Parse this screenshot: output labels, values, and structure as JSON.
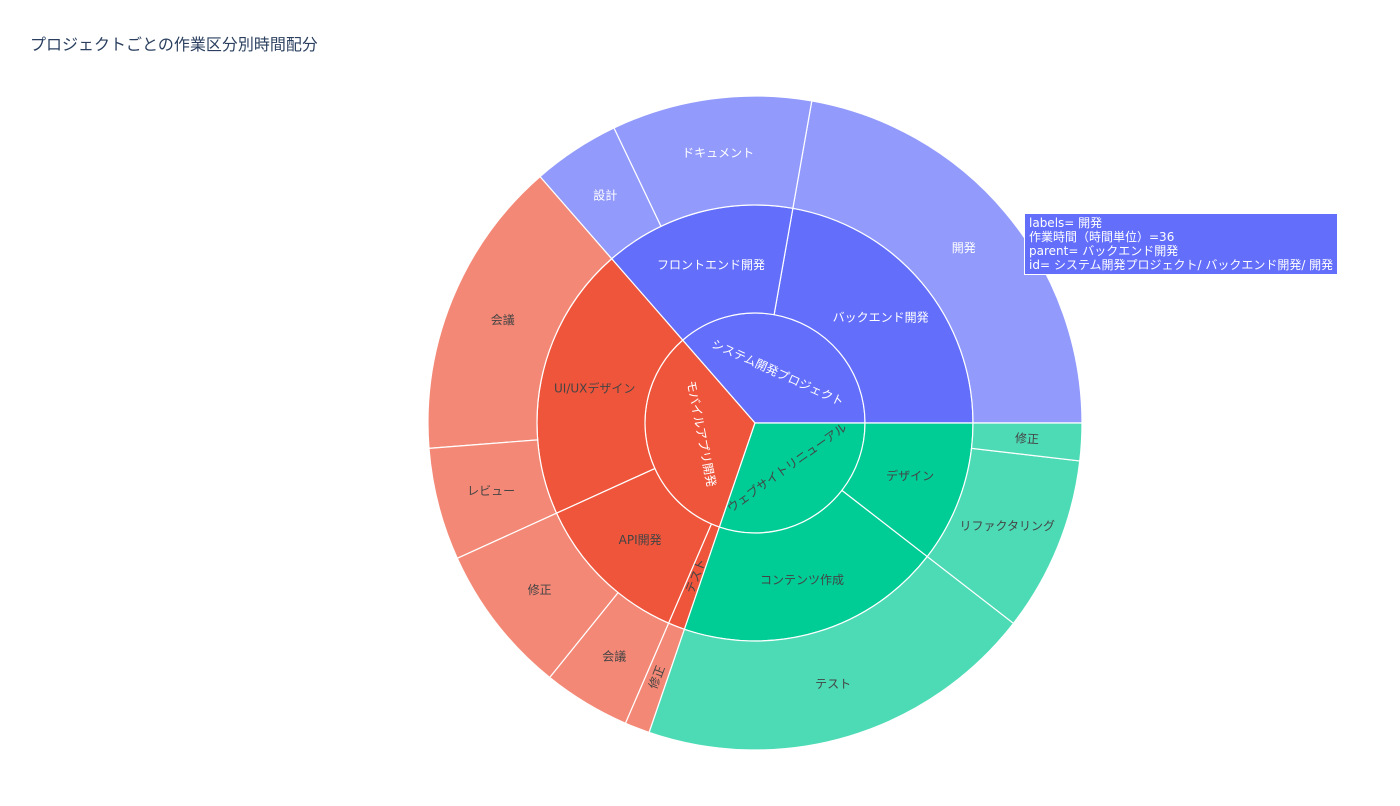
{
  "chart_data": {
    "type": "sunburst",
    "title": "プロジェクトごとの作業区分別時間配分",
    "value_label": "作業時間（時間単位）",
    "colors": {
      "システム開発プロジェクト": "#636efa",
      "モバイルアプリ開発": "#ef553b",
      "ウェブサイトリニューアル": "#00cc96"
    },
    "roots": [
      {
        "name": "システム開発プロジェクト",
        "children": [
          {
            "name": "バックエンド開発",
            "children": [
              {
                "name": "開発",
                "value": 36
              }
            ]
          },
          {
            "name": "フロントエンド開発",
            "children": [
              {
                "name": "ドキュメント",
                "value": 16
              },
              {
                "name": "設計",
                "value": 7
              }
            ]
          }
        ]
      },
      {
        "name": "モバイルアプリ開発",
        "children": [
          {
            "name": "UI/UXデザイン",
            "children": [
              {
                "name": "会議",
                "value": 24
              },
              {
                "name": "レビュー",
                "value": 9
              }
            ]
          },
          {
            "name": "API開発",
            "children": [
              {
                "name": "修正",
                "value": 12
              },
              {
                "name": "会議",
                "value": 7
              }
            ]
          },
          {
            "name": "テスト",
            "children": [
              {
                "name": "修正",
                "value": 2
              }
            ]
          }
        ]
      },
      {
        "name": "ウェブサイトリニューアル",
        "children": [
          {
            "name": "コンテンツ作成",
            "children": [
              {
                "name": "テスト",
                "value": 32
              }
            ]
          },
          {
            "name": "デザイン",
            "children": [
              {
                "name": "リファクタリング",
                "value": 14
              },
              {
                "name": "修正",
                "value": 3
              }
            ]
          }
        ]
      }
    ],
    "hover": {
      "line1": "labels= 開発",
      "line2": "作業時間（時間単位）=36",
      "line3": "parent= バックエンド開発",
      "line4": "id= システム開発プロジェクト/ バックエンド開発/ 開発"
    }
  }
}
